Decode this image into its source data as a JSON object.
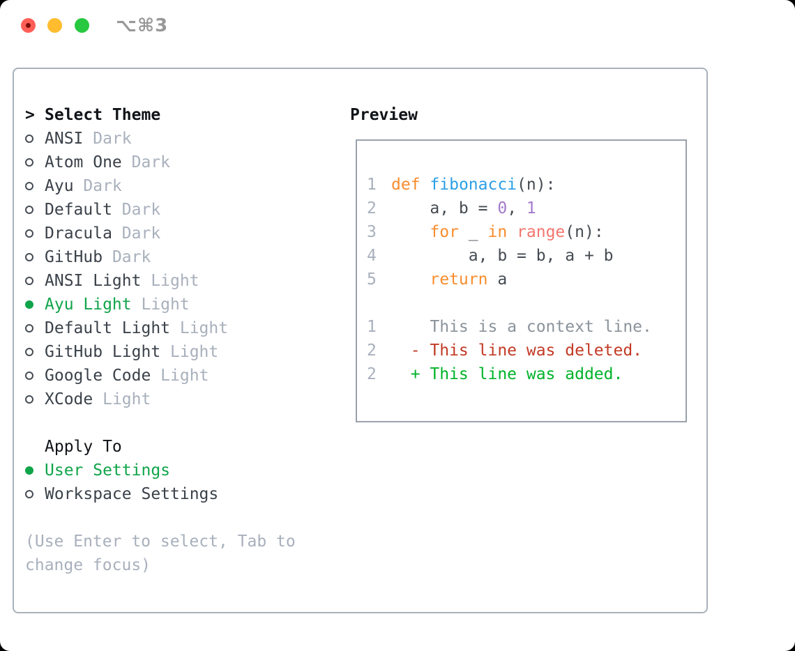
{
  "window": {
    "title": "⌥⌘3"
  },
  "theme_panel": {
    "header": {
      "prefix": ">",
      "label": "Select Theme"
    },
    "items": [
      {
        "name": "ANSI",
        "variant": "Dark",
        "selected": false
      },
      {
        "name": "Atom One",
        "variant": "Dark",
        "selected": false
      },
      {
        "name": "Ayu",
        "variant": "Dark",
        "selected": false
      },
      {
        "name": "Default",
        "variant": "Dark",
        "selected": false
      },
      {
        "name": "Dracula",
        "variant": "Dark",
        "selected": false
      },
      {
        "name": "GitHub",
        "variant": "Dark",
        "selected": false
      },
      {
        "name": "ANSI Light",
        "variant": "Light",
        "selected": false
      },
      {
        "name": "Ayu Light",
        "variant": "Light",
        "selected": true
      },
      {
        "name": "Default Light",
        "variant": "Light",
        "selected": false
      },
      {
        "name": "GitHub Light",
        "variant": "Light",
        "selected": false
      },
      {
        "name": "Google Code",
        "variant": "Light",
        "selected": false
      },
      {
        "name": "XCode",
        "variant": "Light",
        "selected": false
      }
    ],
    "apply_to": {
      "label": "Apply To",
      "options": [
        {
          "label": "User Settings",
          "selected": true
        },
        {
          "label": "Workspace Settings",
          "selected": false
        }
      ]
    },
    "hint_lines": [
      "(Use Enter to select, Tab to",
      "change focus)"
    ]
  },
  "preview": {
    "label": "Preview",
    "lines": [
      {
        "num": "1",
        "segs": [
          [
            "k",
            "def"
          ],
          [
            "p",
            " "
          ],
          [
            "f",
            "fibonacci"
          ],
          [
            "p",
            "(n):"
          ]
        ]
      },
      {
        "num": "2",
        "segs": [
          [
            "p",
            "    a, b = "
          ],
          [
            "n",
            "0"
          ],
          [
            "p",
            ", "
          ],
          [
            "n",
            "1"
          ]
        ]
      },
      {
        "num": "3",
        "segs": [
          [
            "p",
            "    "
          ],
          [
            "k",
            "for"
          ],
          [
            "p",
            " _ "
          ],
          [
            "k",
            "in"
          ],
          [
            "p",
            " "
          ],
          [
            "r",
            "range"
          ],
          [
            "p",
            "(n):"
          ]
        ]
      },
      {
        "num": "4",
        "segs": [
          [
            "p",
            "        a, b = b, a + b"
          ]
        ]
      },
      {
        "num": "5",
        "segs": [
          [
            "p",
            "    "
          ],
          [
            "k",
            "return"
          ],
          [
            "p",
            " a"
          ]
        ]
      },
      {
        "num": "",
        "segs": []
      },
      {
        "num": "1",
        "segs": [
          [
            "ctx",
            "    This is a context line."
          ]
        ]
      },
      {
        "num": "2",
        "segs": [
          [
            "del",
            "  - This line was deleted."
          ]
        ]
      },
      {
        "num": "2",
        "segs": [
          [
            "add",
            "  + This line was added."
          ]
        ]
      }
    ]
  },
  "colors": {
    "header": "#101418",
    "item": "#3a4149",
    "muted": "#a8b0bc",
    "sel": "#10a44a",
    "keyword": "#f98d2e",
    "func": "#2b9fe6",
    "call": "#f3766f",
    "num": "#a37acc",
    "plain": "#454b52",
    "ctx": "#8b939b",
    "del": "#c23a24",
    "add": "#00b32a",
    "traffic-red": "#ff5f57",
    "traffic-yellow": "#febc2e",
    "traffic-green": "#28c840"
  }
}
